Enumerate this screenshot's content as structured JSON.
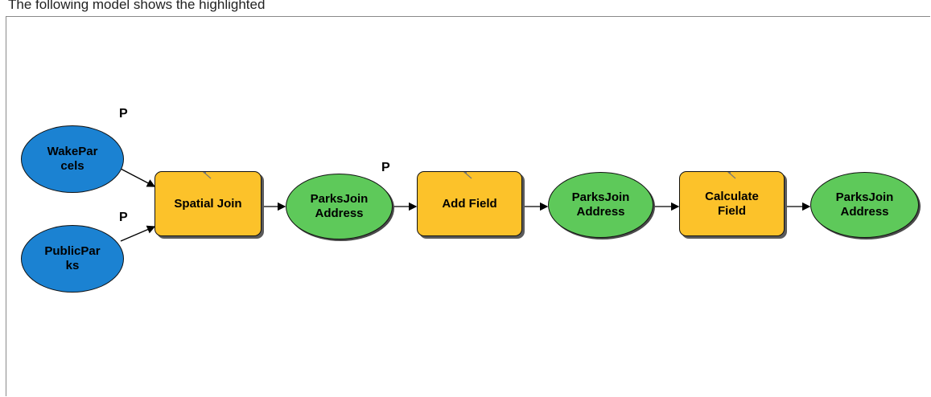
{
  "caption": "The following model shows the highlighted",
  "nodes": {
    "wake_parcels": "WakePar\ncels",
    "public_parks": "PublicPar\nks",
    "spatial_join": "Spatial Join",
    "parks_join_address_1": "ParksJoin\nAddress",
    "add_field": "Add Field",
    "parks_join_address_2": "ParksJoin\nAddress",
    "calculate_field": "Calculate\nField",
    "parks_join_address_3": "ParksJoin\nAddress"
  },
  "parameter_marker": "P",
  "colors": {
    "input_data": "#1b82d2",
    "derived_data": "#5ec95a",
    "tool": "#fcc22a"
  },
  "icons": [
    "hammer-icon"
  ]
}
